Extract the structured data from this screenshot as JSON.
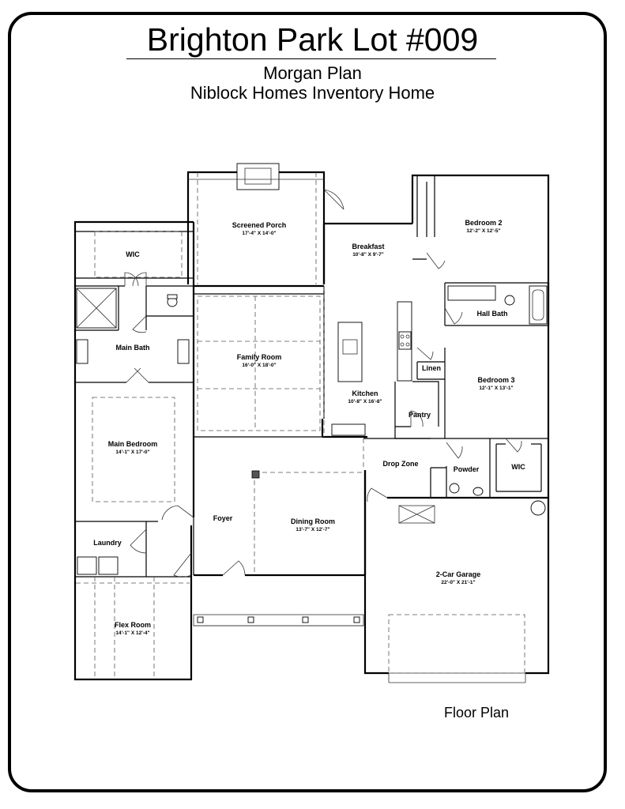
{
  "header": {
    "title": "Brighton Park Lot #009",
    "plan_name": "Morgan Plan",
    "builder_line": "Niblock Homes Inventory Home"
  },
  "footer": {
    "label": "Floor Plan"
  },
  "rooms": {
    "screened_porch": {
      "name": "Screened Porch",
      "dims": "17'-4\" X 14'-0\""
    },
    "wic_main": {
      "name": "WIC"
    },
    "breakfast": {
      "name": "Breakfast",
      "dims": "10'-8\" X 9'-7\""
    },
    "bedroom2": {
      "name": "Bedroom 2",
      "dims": "12'-2\" X 12'-5\""
    },
    "hall_bath": {
      "name": "Hall Bath"
    },
    "main_bath": {
      "name": "Main Bath"
    },
    "family_room": {
      "name": "Family Room",
      "dims": "16'-0\" X 18'-0\""
    },
    "linen": {
      "name": "Linen"
    },
    "bedroom3": {
      "name": "Bedroom 3",
      "dims": "12'-1\" X 13'-1\""
    },
    "kitchen": {
      "name": "Kitchen",
      "dims": "10'-8\" X 16'-8\""
    },
    "pantry": {
      "name": "Pantry"
    },
    "main_bedroom": {
      "name": "Main Bedroom",
      "dims": "14'-1\" X 17'-0\""
    },
    "drop_zone": {
      "name": "Drop Zone"
    },
    "powder": {
      "name": "Powder"
    },
    "wic_bed3": {
      "name": "WIC"
    },
    "foyer": {
      "name": "Foyer"
    },
    "dining_room": {
      "name": "Dining Room",
      "dims": "13'-7\" X 12'-7\""
    },
    "laundry": {
      "name": "Laundry"
    },
    "garage": {
      "name": "2-Car Garage",
      "dims": "22'-0\" X 21'-1\""
    },
    "flex_room": {
      "name": "Flex Room",
      "dims": "14'-1\" X 12'-4\""
    }
  }
}
